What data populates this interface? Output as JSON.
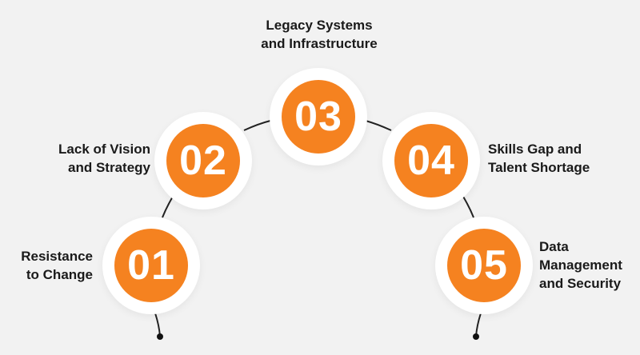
{
  "colors": {
    "background": "#f2f2f2",
    "accent": "#f58220",
    "ring": "#ffffff",
    "text": "#1a1a1a",
    "arc": "#222222"
  },
  "steps": [
    {
      "number": "01",
      "lines": [
        "Resistance",
        "to Change"
      ]
    },
    {
      "number": "02",
      "lines": [
        "Lack of Vision",
        "and Strategy"
      ]
    },
    {
      "number": "03",
      "lines": [
        "Legacy Systems",
        "and Infrastructure"
      ]
    },
    {
      "number": "04",
      "lines": [
        "Skills Gap and",
        "Talent Shortage"
      ]
    },
    {
      "number": "05",
      "lines": [
        "Data",
        "Management",
        "and Security"
      ]
    }
  ]
}
